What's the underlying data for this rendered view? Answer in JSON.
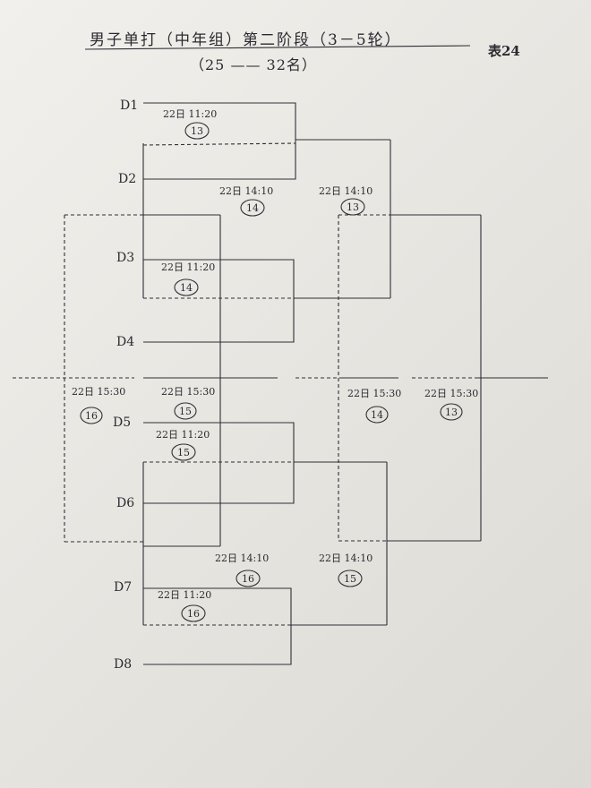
{
  "title": "男子单打（中年组）第二阶段（3－5轮）",
  "subtitle": "（25 —— 32名）",
  "sheet_tag": "表24",
  "players": [
    "D1",
    "D2",
    "D3",
    "D4",
    "D5",
    "D6",
    "D7",
    "D8"
  ],
  "matches": [
    {
      "time": "22日 11:20",
      "court": "13"
    },
    {
      "time": "22日 14:10",
      "court": "14"
    },
    {
      "time": "22日 14:10",
      "court": "13"
    },
    {
      "time": "22日 11:20",
      "court": "14"
    },
    {
      "time": "22日 15:30",
      "court": "16"
    },
    {
      "time": "22日 15:30",
      "court": "15"
    },
    {
      "time": "22日 15:30",
      "court": "14"
    },
    {
      "time": "22日 15:30",
      "court": "13"
    },
    {
      "time": "22日 11:20",
      "court": "15"
    },
    {
      "time": "22日 14:10",
      "court": "16"
    },
    {
      "time": "22日 14:10",
      "court": "15"
    },
    {
      "time": "22日 11:20",
      "court": "16"
    }
  ]
}
